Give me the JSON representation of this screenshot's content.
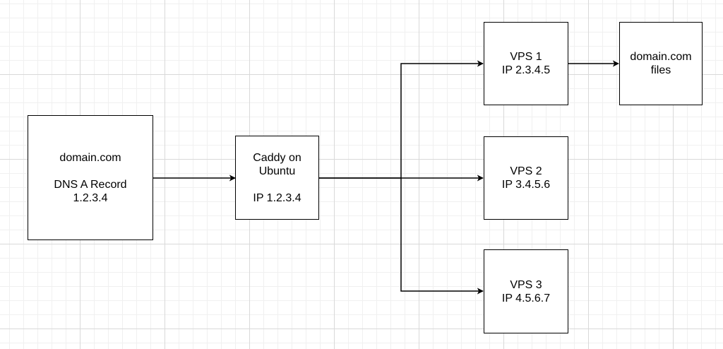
{
  "diagram": {
    "nodes": {
      "dns": {
        "line1": "domain.com",
        "line2": "DNS A Record",
        "line3": "1.2.3.4"
      },
      "caddy": {
        "line1": "Caddy on",
        "line2": "Ubuntu",
        "line3": "IP 1.2.3.4"
      },
      "vps1": {
        "line1": "VPS 1",
        "line2": "IP 2.3.4.5"
      },
      "vps2": {
        "line1": "VPS 2",
        "line2": "IP 3.4.5.6"
      },
      "vps3": {
        "line1": "VPS 3",
        "line2": "IP 4.5.6.7"
      },
      "files": {
        "line1": "domain.com",
        "line2": "files"
      }
    }
  }
}
